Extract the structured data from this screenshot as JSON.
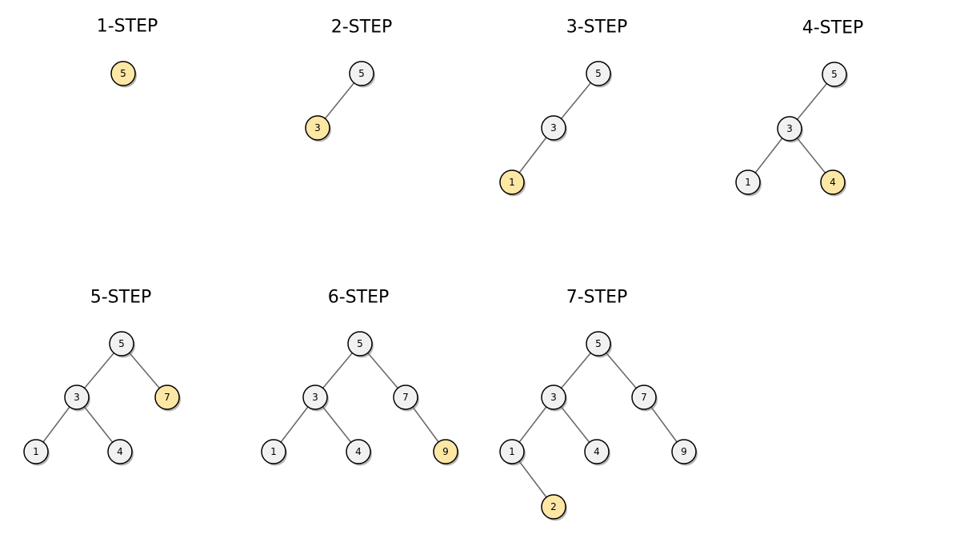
{
  "colors": {
    "node_fill": "#f1f1f1",
    "highlight_fill": "#fde7a4",
    "edge": "#6b6b6b",
    "border": "#000000"
  },
  "panels": [
    {
      "title": "1-STEP",
      "nodes": [
        {
          "id": "5",
          "label": "5",
          "highlight": true
        }
      ],
      "edges": []
    },
    {
      "title": "2-STEP",
      "nodes": [
        {
          "id": "5",
          "label": "5",
          "highlight": false
        },
        {
          "id": "3",
          "label": "3",
          "highlight": true
        }
      ],
      "edges": [
        [
          "5",
          "3"
        ]
      ]
    },
    {
      "title": "3-STEP",
      "nodes": [
        {
          "id": "5",
          "label": "5",
          "highlight": false
        },
        {
          "id": "3",
          "label": "3",
          "highlight": false
        },
        {
          "id": "1",
          "label": "1",
          "highlight": true
        }
      ],
      "edges": [
        [
          "5",
          "3"
        ],
        [
          "3",
          "1"
        ]
      ]
    },
    {
      "title": "4-STEP",
      "nodes": [
        {
          "id": "5",
          "label": "5",
          "highlight": false
        },
        {
          "id": "3",
          "label": "3",
          "highlight": false
        },
        {
          "id": "1",
          "label": "1",
          "highlight": false
        },
        {
          "id": "4",
          "label": "4",
          "highlight": true
        }
      ],
      "edges": [
        [
          "5",
          "3"
        ],
        [
          "3",
          "1"
        ],
        [
          "3",
          "4"
        ]
      ]
    },
    {
      "title": "5-STEP",
      "nodes": [
        {
          "id": "5",
          "label": "5",
          "highlight": false
        },
        {
          "id": "3",
          "label": "3",
          "highlight": false
        },
        {
          "id": "7",
          "label": "7",
          "highlight": true
        },
        {
          "id": "1",
          "label": "1",
          "highlight": false
        },
        {
          "id": "4",
          "label": "4",
          "highlight": false
        }
      ],
      "edges": [
        [
          "5",
          "3"
        ],
        [
          "5",
          "7"
        ],
        [
          "3",
          "1"
        ],
        [
          "3",
          "4"
        ]
      ]
    },
    {
      "title": "6-STEP",
      "nodes": [
        {
          "id": "5",
          "label": "5",
          "highlight": false
        },
        {
          "id": "3",
          "label": "3",
          "highlight": false
        },
        {
          "id": "7",
          "label": "7",
          "highlight": false
        },
        {
          "id": "1",
          "label": "1",
          "highlight": false
        },
        {
          "id": "4",
          "label": "4",
          "highlight": false
        },
        {
          "id": "9",
          "label": "9",
          "highlight": true
        }
      ],
      "edges": [
        [
          "5",
          "3"
        ],
        [
          "5",
          "7"
        ],
        [
          "3",
          "1"
        ],
        [
          "3",
          "4"
        ],
        [
          "7",
          "9"
        ]
      ]
    },
    {
      "title": "7-STEP",
      "nodes": [
        {
          "id": "5",
          "label": "5",
          "highlight": false
        },
        {
          "id": "3",
          "label": "3",
          "highlight": false
        },
        {
          "id": "7",
          "label": "7",
          "highlight": false
        },
        {
          "id": "1",
          "label": "1",
          "highlight": false
        },
        {
          "id": "4",
          "label": "4",
          "highlight": false
        },
        {
          "id": "9",
          "label": "9",
          "highlight": false
        },
        {
          "id": "2",
          "label": "2",
          "highlight": true
        }
      ],
      "edges": [
        [
          "5",
          "3"
        ],
        [
          "5",
          "7"
        ],
        [
          "3",
          "1"
        ],
        [
          "3",
          "4"
        ],
        [
          "7",
          "9"
        ],
        [
          "1",
          "2"
        ]
      ]
    }
  ]
}
